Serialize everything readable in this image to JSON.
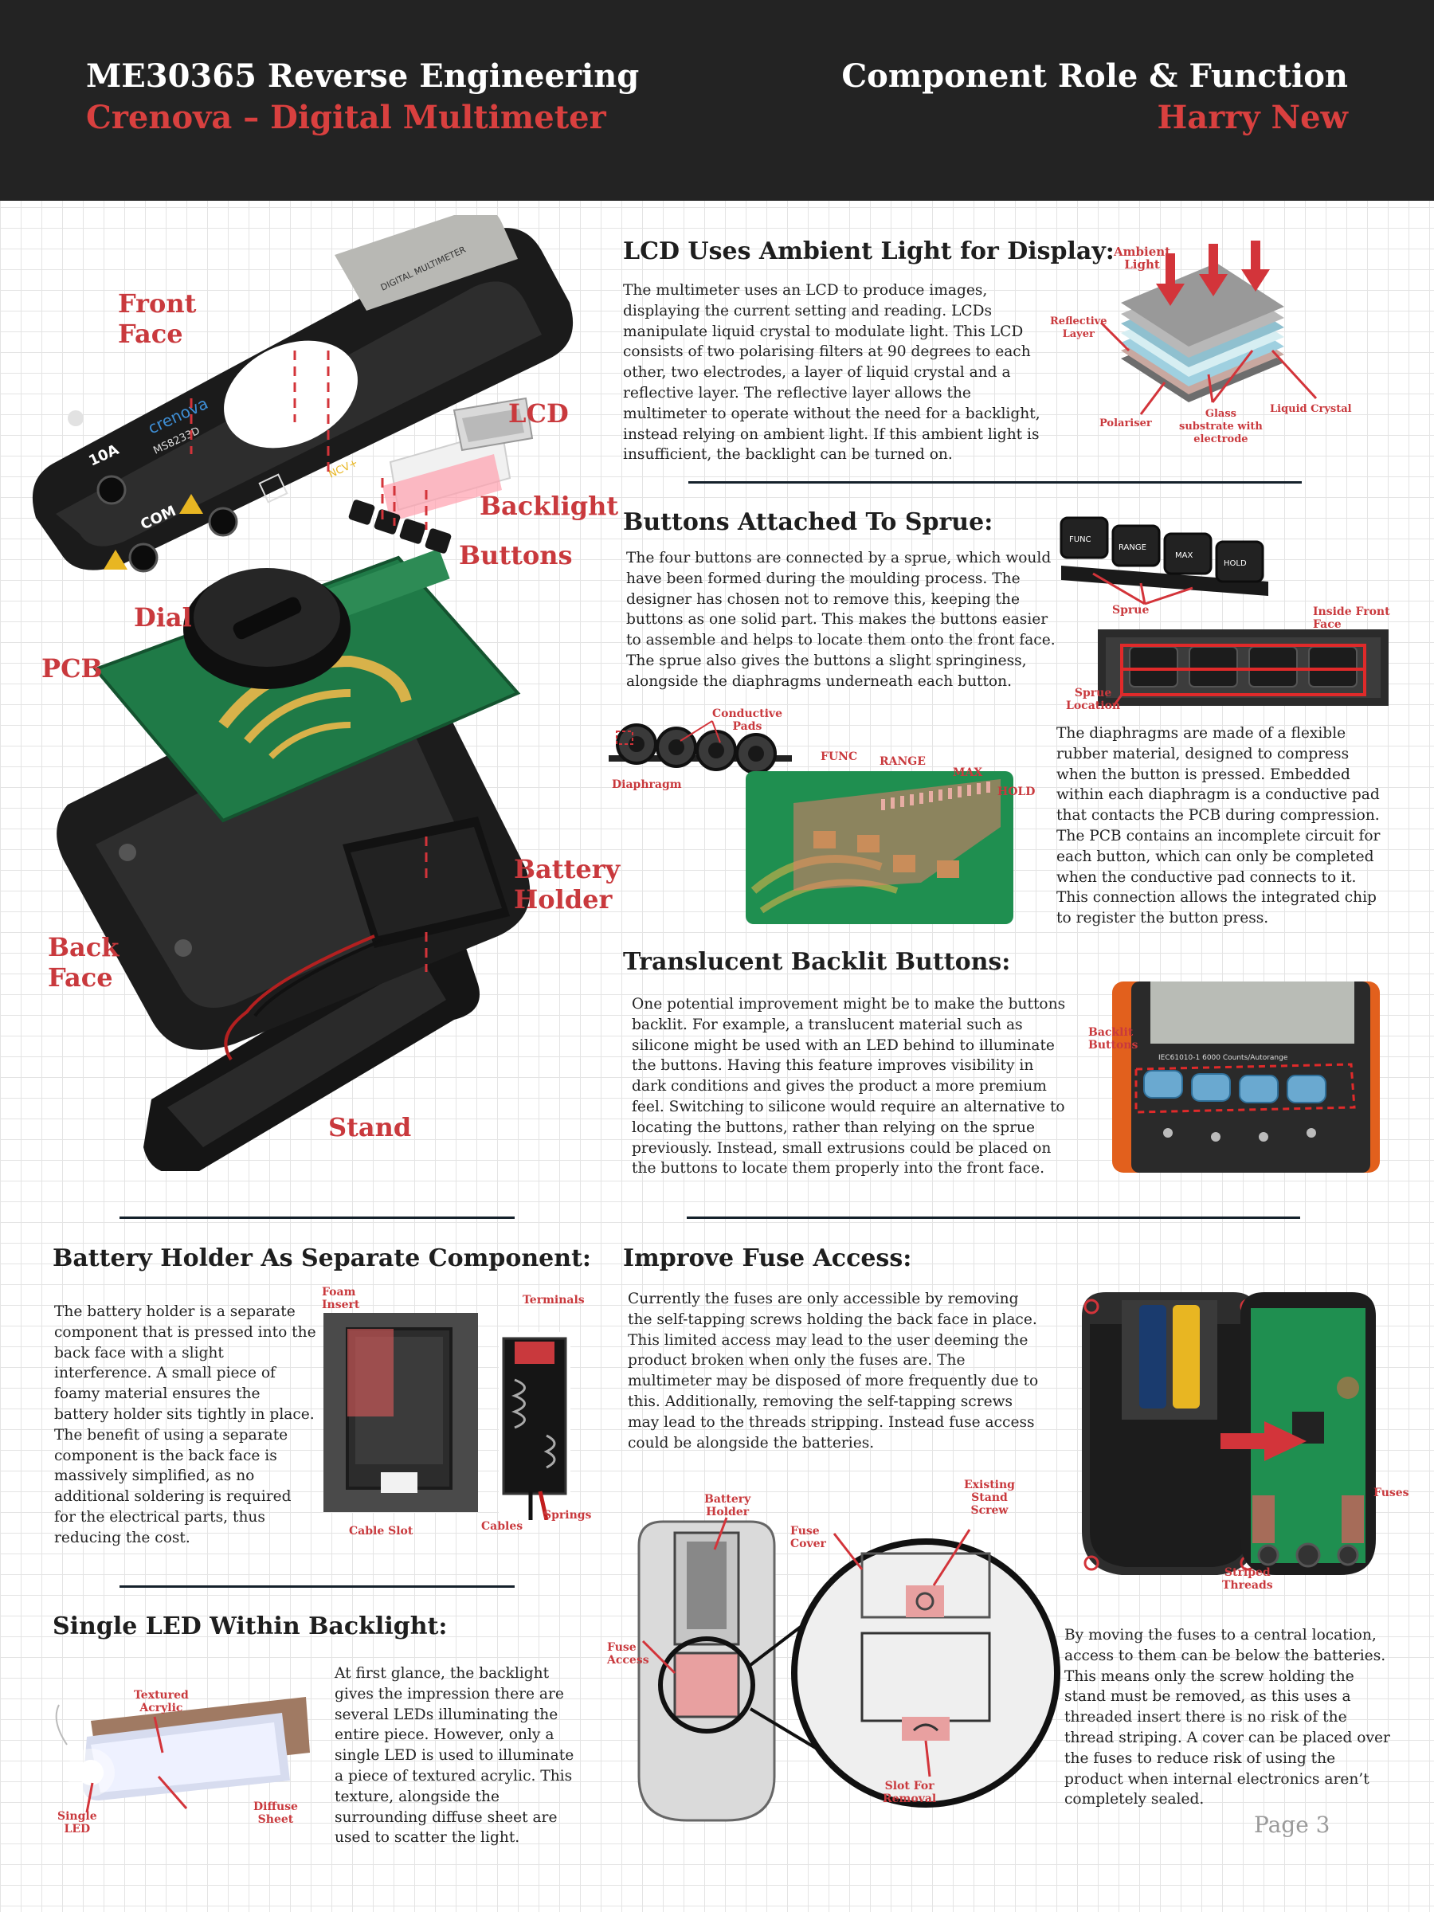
{
  "header": {
    "course": "ME30365 Reverse Engineering",
    "product": "Crenova – Digital Multimeter",
    "section": "Component Role & Function",
    "author": "Harry New"
  },
  "colors": {
    "accent": "#c9393d",
    "header_bg": "#232323",
    "rule": "#15212b"
  },
  "exploded_view": {
    "labels": {
      "front_face": "Front\nFace",
      "lcd": "LCD",
      "backlight": "Backlight",
      "buttons": "Buttons",
      "dial": "Dial",
      "pcb": "PCB",
      "battery_holder": "Battery\nHolder",
      "back_face": "Back\nFace",
      "stand": "Stand"
    },
    "device_text": {
      "brand": "crenova",
      "model": "MS8233D",
      "current": "10A",
      "com": "COM",
      "ncv": "NCV+",
      "screen": "DIGITAL MULTIMETER"
    }
  },
  "lcd_section": {
    "title": "LCD Uses Ambient Light for Display:",
    "body": "The multimeter uses an LCD to produce images, displaying the current setting and reading. LCDs manipulate liquid crystal to modulate light. This LCD consists of two polarising filters at 90 degrees to each other, two electrodes, a layer of liquid crystal and a reflective layer. The reflective layer allows the multimeter to operate without the need for a backlight, instead relying on ambient light. If this ambient light is insufficient, the backlight can be turned on.",
    "diagram_labels": {
      "ambient": "Ambient\nLight",
      "reflective": "Reflective\nLayer",
      "polariser": "Polariser",
      "glass": "Glass\nsubstrate with\nelectrode",
      "liquid": "Liquid Crystal"
    }
  },
  "sprue_section": {
    "title": "Buttons Attached To Sprue:",
    "body": "The four buttons are connected by a sprue, which would have been formed during the moulding process. The designer has chosen not to remove this, keeping the buttons as one solid part. This makes the buttons easier to assemble and helps to locate them onto the front face. The sprue also gives the buttons a slight springiness, alongside the diaphragms underneath each button.",
    "body2": "The diaphragms are made of a flexible rubber material, designed to compress when the button is pressed. Embedded within each diaphragm is a conductive pad that contacts the PCB during compression. The PCB contains an incomplete circuit for each button, which can only be completed when the conductive pad connects to it. This connection allows the integrated chip to register the button press.",
    "button_names": [
      "FUNC",
      "RANGE",
      "MAX",
      "HOLD"
    ],
    "labels": {
      "sprue": "Sprue",
      "inside_front": "Inside Front\nFace",
      "sprue_location": "Sprue\nLocation",
      "conductive": "Conductive\nPads",
      "diaphragm": "Diaphragm"
    }
  },
  "backlit_section": {
    "title": "Translucent Backlit Buttons:",
    "body": "One potential improvement might be to make the buttons backlit. For example, a translucent material such as silicone might be used with an LED behind to illuminate the buttons. Having this feature improves visibility in dark conditions and gives the product a more premium feel. Switching to silicone would require an alternative to locating the buttons, rather than relying on the sprue previously. Instead, small extrusions could be placed on the buttons to locate them properly into the front face.",
    "label": "Backlit\nButtons",
    "device_text": "IEC61010-1   6000 Counts/Autorange"
  },
  "battery_section": {
    "title": "Battery Holder As Separate Component:",
    "body": "The battery holder is a separate component that is pressed into the back face with a slight interference. A small piece of foamy material ensures the battery holder sits tightly in place. The benefit of using a separate component is the back face is massively simplified, as no additional soldering is required for the electrical parts, thus reducing the cost.",
    "labels": {
      "foam": "Foam\nInsert",
      "terminals": "Terminals",
      "cable_slot": "Cable Slot",
      "cables": "Cables",
      "springs": "Springs"
    }
  },
  "fuse_section": {
    "title": "Improve Fuse Access:",
    "body": "Currently the fuses are only accessible by removing the self-tapping screws holding the back face in place. This limited access may lead to the user deeming the product broken when only the fuses are. The multimeter may be disposed of more frequently due to this. Additionally, removing the self-tapping screws may lead to the threads stripping. Instead fuse access could be alongside the batteries.",
    "body2": "By moving the fuses to a central location, access to them can be below the batteries. This means only the screw holding the stand must be removed, as this uses a threaded insert there is no risk of the thread striping. A cover can be placed over the fuses to reduce risk of using the product when internal electronics aren’t completely sealed.",
    "labels": {
      "battery_holder": "Battery\nHolder",
      "fuse_cover": "Fuse\nCover",
      "existing_screw": "Existing\nStand\nScrew",
      "fuse_access": "Fuse\nAccess",
      "slot": "Slot For\nRemoval",
      "fuses": "Fuses",
      "striped": "Striped\nThreads"
    }
  },
  "led_section": {
    "title": "Single LED Within Backlight:",
    "body": "At first glance, the backlight gives the impression there are several LEDs illuminating the entire piece. However, only a single LED is used to illuminate a piece of textured acrylic. This texture, alongside the surrounding diffuse sheet are used to scatter the light.",
    "labels": {
      "textured": "Textured\nAcrylic",
      "diffuse": "Diffuse\nSheet",
      "single_led": "Single\nLED"
    }
  },
  "footer": {
    "page": "Page 3"
  }
}
